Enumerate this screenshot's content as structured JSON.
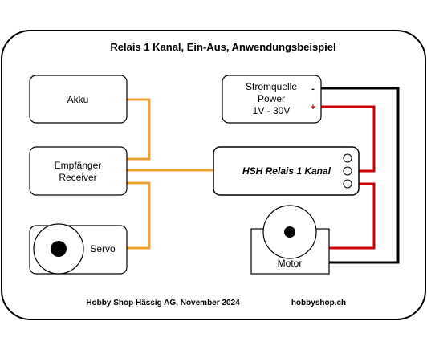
{
  "title": "Relais 1 Kanal, Ein-Aus, Anwendungsbeispiel",
  "boxes": {
    "akku": "Akku",
    "receiver_line1": "Empfänger",
    "receiver_line2": "Receiver",
    "servo": "Servo",
    "power_line1": "Stromquelle",
    "power_line2": "Power",
    "power_line3": "1V - 30V",
    "relay": "HSH Relais 1 Kanal",
    "motor": "Motor"
  },
  "polarity": {
    "minus": "-",
    "plus": "+"
  },
  "footer": {
    "company": "Hobby Shop Hässig AG, November 2024",
    "website": "hobbyshop.ch"
  },
  "colors": {
    "signal_wire": "#f0a030",
    "positive_wire": "#cc0000",
    "negative_wire": "#000000"
  }
}
